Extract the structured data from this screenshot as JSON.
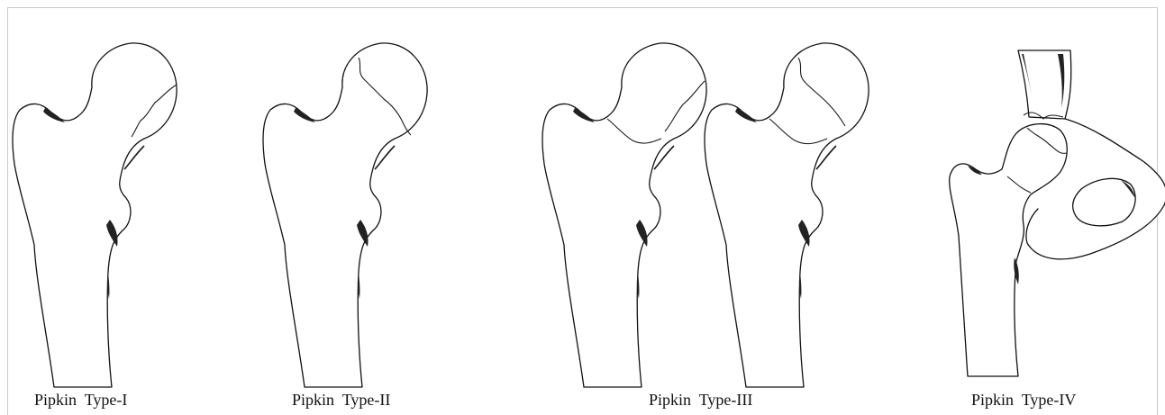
{
  "panels": [
    {
      "caption": "Pipkin  Type-I"
    },
    {
      "caption": "Pipkin  Type-II"
    },
    {
      "caption": "Pipkin  Type-III"
    },
    {
      "caption": "Pipkin  Type-IV"
    }
  ]
}
